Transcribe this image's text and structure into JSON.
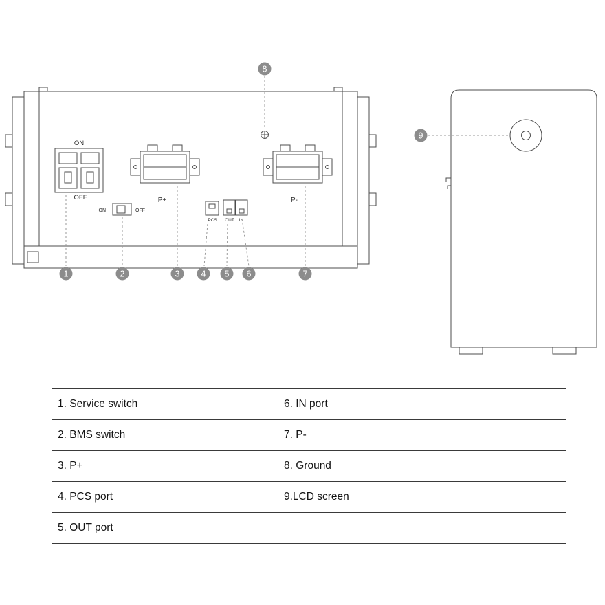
{
  "diagram": {
    "front_view": {
      "service_switch_on": "ON",
      "service_switch_off": "OFF",
      "bms_on": "ON",
      "bms_off": "OFF",
      "p_plus_label": "P+",
      "p_minus_label": "P-",
      "pcs_label": "PCS",
      "out_label": "OUT",
      "in_label": "IN"
    },
    "badges": [
      {
        "label": "1"
      },
      {
        "label": "2"
      },
      {
        "label": "3"
      },
      {
        "label": "4"
      },
      {
        "label": "5"
      },
      {
        "label": "6"
      },
      {
        "label": "7"
      },
      {
        "label": "8"
      },
      {
        "label": "9"
      }
    ]
  },
  "legend": {
    "rows": [
      {
        "left": "1. Service switch",
        "right": "6. IN port"
      },
      {
        "left": "2. BMS switch",
        "right": "7. P-"
      },
      {
        "left": "3. P+",
        "right": "8. Ground"
      },
      {
        "left": "4. PCS port",
        "right": "9.LCD screen"
      },
      {
        "left": "5. OUT port",
        "right": ""
      }
    ]
  },
  "colors": {
    "line": "#4d4d4d",
    "leader": "#9a9a9a",
    "badge_fill": "#8c8c8c",
    "badge_text": "#ffffff"
  }
}
